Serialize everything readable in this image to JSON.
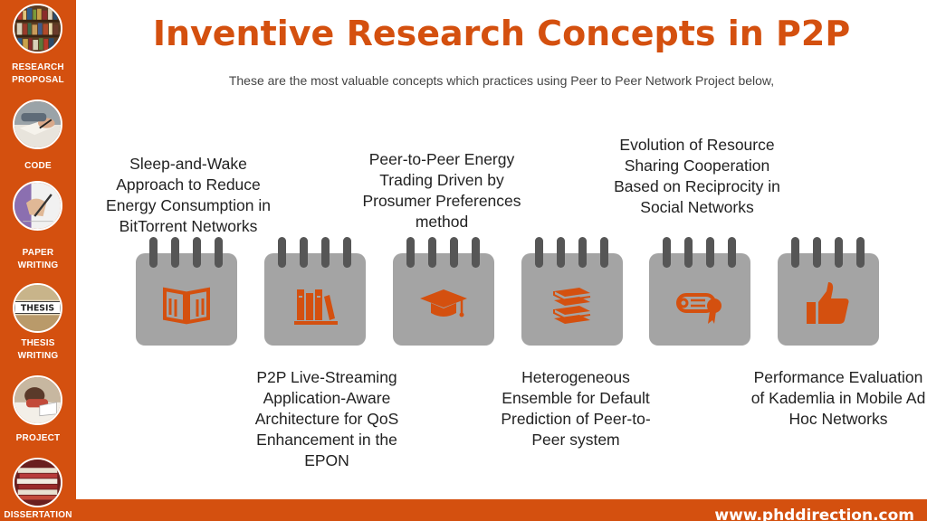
{
  "title": "Inventive Research Concepts in P2P",
  "subtitle": "These are the most valuable concepts which practices using Peer to Peer Network Project below,",
  "footer_url": "www.phddirection.com",
  "colors": {
    "accent": "#d4500f",
    "calendar_body": "#a4a4a4",
    "calendar_ring": "#565656"
  },
  "sidebar": {
    "items": [
      {
        "label_lines": [
          "RESEARCH",
          "PROPOSAL"
        ],
        "icon": "bookshelf-icon"
      },
      {
        "label_lines": [
          "CODE"
        ],
        "icon": "hands-writing-icon"
      },
      {
        "label_lines": [
          "PAPER",
          "WRITING"
        ],
        "icon": "pen-writing-icon"
      },
      {
        "label_lines": [
          "THESIS",
          "WRITING"
        ],
        "icon": "thesis-book-icon",
        "thumb_text": "THESIS"
      },
      {
        "label_lines": [
          "PROJECT"
        ],
        "icon": "student-studying-icon"
      },
      {
        "label_lines": [
          "DISSERTATION"
        ],
        "icon": "stacked-papers-icon"
      }
    ]
  },
  "concepts": [
    {
      "text": "Sleep-and-Wake Approach to Reduce Energy Consumption in BitTorrent Networks",
      "icon": "open-book-icon"
    },
    {
      "text": "P2P Live-Streaming Application-Aware Architecture for QoS Enhancement in the EPON",
      "icon": "books-on-shelf-icon"
    },
    {
      "text": "Peer-to-Peer Energy Trading Driven by Prosumer Preferences method",
      "icon": "graduation-cap-icon"
    },
    {
      "text": "Heterogeneous Ensemble for Default Prediction of Peer-to-Peer system",
      "icon": "book-stack-icon"
    },
    {
      "text": "Evolution of Resource Sharing Cooperation Based on Reciprocity in Social Networks",
      "icon": "diploma-scroll-icon"
    },
    {
      "text": "Performance Evaluation of Kademlia in Mobile Ad Hoc Networks",
      "icon": "thumbs-up-icon"
    }
  ]
}
